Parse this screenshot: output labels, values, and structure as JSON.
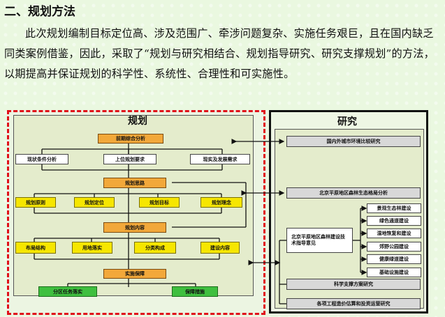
{
  "heading": "二、规划方法",
  "paragraph": "此次规划编制目标定位高、涉及范围广、牵涉问题复杂、实施任务艰巨，且在国内缺乏同类案例借鉴，因此，采取了“规划与研究相结合、规划指导研究、研究支撑规划”的方法，以期提高并保证规划的科学性、系统性、合理性和可实施性。",
  "diagram": {
    "planning": {
      "title": "规划",
      "preliminary": "前期综合分析",
      "analysis": [
        "现状条件分析",
        "上位规划要求",
        "现实及发展需求"
      ],
      "strategy": "规划思路",
      "strategy_items": [
        "规划原则",
        "规划定位",
        "规划目标",
        "规划理念"
      ],
      "content": "规划内容",
      "content_items": [
        "布局结构",
        "用地落实",
        "分类构成",
        "建设内容"
      ],
      "implementation": "实施保障",
      "implementation_items": [
        "分区任务落实",
        "保障措施"
      ]
    },
    "research": {
      "title": "研究",
      "items": [
        "国内外城市环境比较研究",
        "北京平原地区森林生态格局分析",
        "科学支撑方案研究",
        "各项工程造价估算和投资运营研究"
      ],
      "tech_group": "北京平原地区森林建设技术指导意见",
      "tech_items": [
        "景观生态林建设",
        "绿色通道建设",
        "湿地恢复和建设",
        "郊野公园建设",
        "健康绿道建设",
        "基础设施建设"
      ]
    }
  }
}
